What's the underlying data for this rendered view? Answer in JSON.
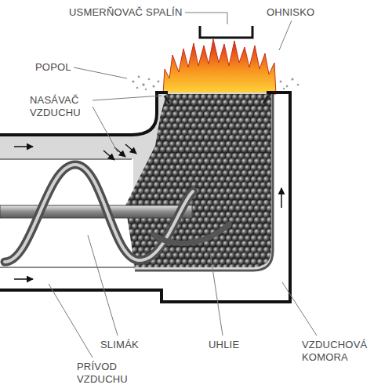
{
  "diagram": {
    "labels": [
      "USMERŇOVAČ SPALÍN",
      "OHNISKO",
      "POPOL",
      "NASÁVAČ VZDUCHU",
      "SLIMÁK",
      "UHLIE",
      "VZDUCHOVÁ KOMORA",
      "PRÍVOD VZDUCHU"
    ]
  }
}
